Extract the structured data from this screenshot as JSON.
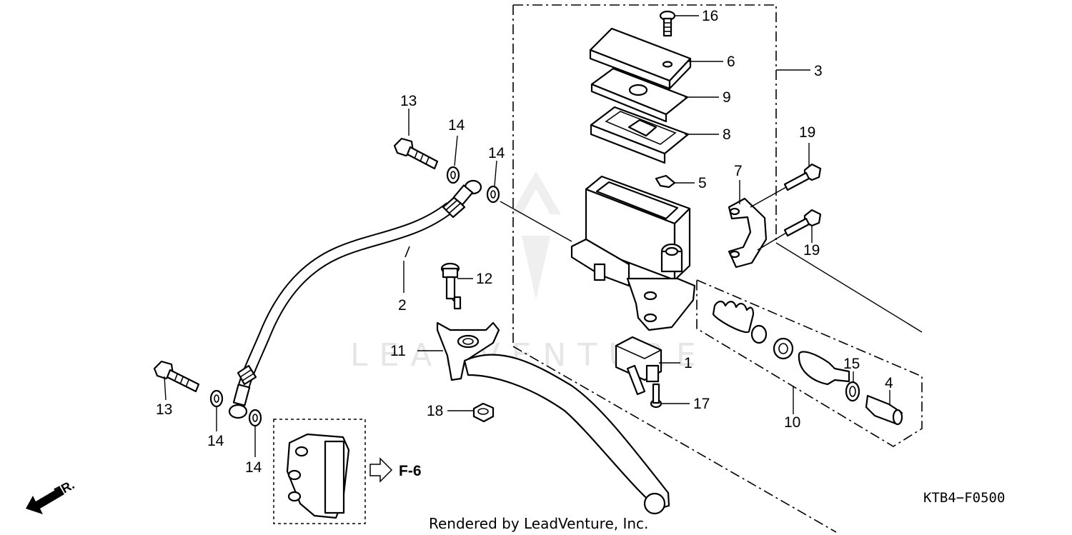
{
  "callouts": {
    "c1": "1",
    "c2": "2",
    "c3": "3",
    "c4": "4",
    "c5": "5",
    "c6": "6",
    "c7": "7",
    "c8": "8",
    "c9": "9",
    "c10": "10",
    "c11": "11",
    "c12": "12",
    "c13a": "13",
    "c13b": "13",
    "c14a": "14",
    "c14b": "14",
    "c14c": "14",
    "c14d": "14",
    "c15": "15",
    "c16": "16",
    "c17": "17",
    "c18": "18",
    "c19a": "19",
    "c19b": "19"
  },
  "reference_label": "F-6",
  "front_label": "FR.",
  "diagram_code": "KTB4−F0500",
  "credit": "Rendered by LeadVenture, Inc.",
  "watermark": "LEADVENTURE"
}
